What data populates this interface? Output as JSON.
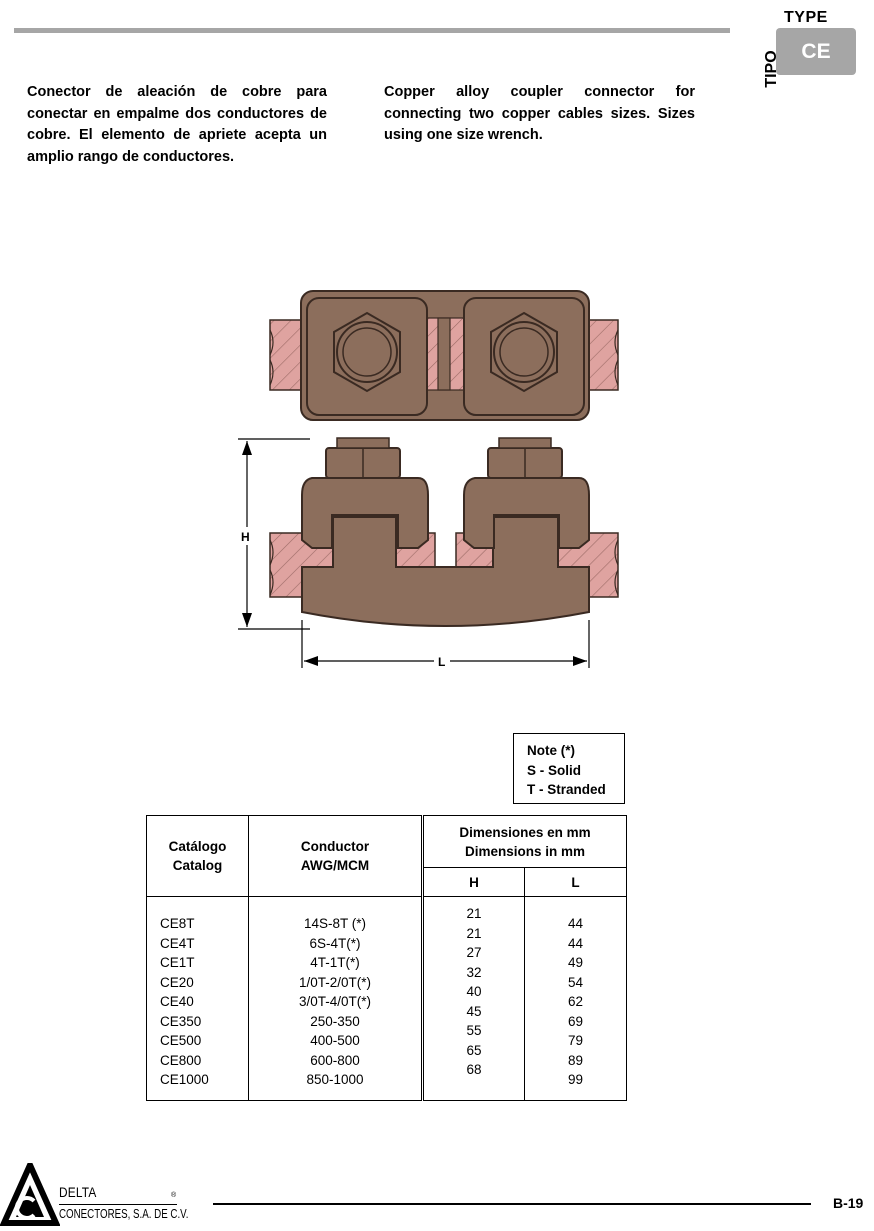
{
  "header": {
    "type_label": "TYPE",
    "tipo_label": "TIPO",
    "type_code": "CE"
  },
  "description": {
    "es": "Conector de aleación de cobre para conectar en empalme dos conductores de cobre. El elemento de apriete acepta un amplio rango de conductores.",
    "en": "Copper alloy coupler connector for connecting two copper cables sizes. Sizes using one size wrench."
  },
  "drawing": {
    "dim_h": "H",
    "dim_l": "L",
    "colors": {
      "bronze": "#8c6e5c",
      "copper": "#dfa3a0",
      "outline": "#3a2a22"
    }
  },
  "note": {
    "title": "Note (*)",
    "lines": [
      "S - Solid",
      "T - Stranded"
    ]
  },
  "table": {
    "col_catalog": [
      "Catálogo",
      "Catalog"
    ],
    "col_conductor": [
      "Conductor",
      "AWG/MCM"
    ],
    "col_dims": [
      "Dimensiones en mm",
      "Dimensions in mm"
    ],
    "col_h": "H",
    "col_l": "L",
    "catalog": [
      "CE8T",
      "CE4T",
      "CE1T",
      "CE20",
      "CE40",
      "CE350",
      "CE500",
      "CE800",
      "CE1000"
    ],
    "conductor": [
      "14S-8T (*)",
      "6S-4T(*)",
      "4T-1T(*)",
      "1/0T-2/0T(*)",
      "3/0T-4/0T(*)",
      "250-350",
      "400-500",
      "600-800",
      "850-1000"
    ],
    "h": [
      "21",
      "21",
      "27",
      "32",
      "40",
      "45",
      "55",
      "65",
      "68"
    ],
    "l": [
      "44",
      "44",
      "49",
      "54",
      "62",
      "69",
      "79",
      "89",
      "99"
    ]
  },
  "footer": {
    "logo_name": "DELTA",
    "logo_company": "CONECTORES, S.A. DE C.V.",
    "logo_reg": "®",
    "page": "B-19"
  }
}
